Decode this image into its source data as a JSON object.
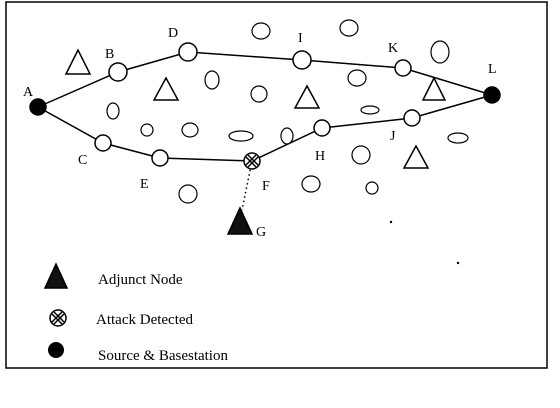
{
  "diagram": {
    "nodes": {
      "A": {
        "label": "A"
      },
      "B": {
        "label": "B"
      },
      "C": {
        "label": "C"
      },
      "D": {
        "label": "D"
      },
      "E": {
        "label": "E"
      },
      "F": {
        "label": "F"
      },
      "G": {
        "label": "G"
      },
      "H": {
        "label": "H"
      },
      "I": {
        "label": "I"
      },
      "J": {
        "label": "J"
      },
      "K": {
        "label": "K"
      },
      "L": {
        "label": "L"
      }
    },
    "upper_route": [
      "A",
      "B",
      "D",
      "I",
      "K",
      "L"
    ],
    "lower_route": [
      "A",
      "C",
      "E",
      "F",
      "H",
      "J",
      "L"
    ],
    "adjunct_link": [
      "F",
      "G"
    ],
    "legend": {
      "adjunct": "Adjunct Node",
      "attack": "Attack Detected",
      "source": "Source & Basestation"
    },
    "colors": {
      "ink": "#000000",
      "paper": "#ffffff"
    }
  }
}
